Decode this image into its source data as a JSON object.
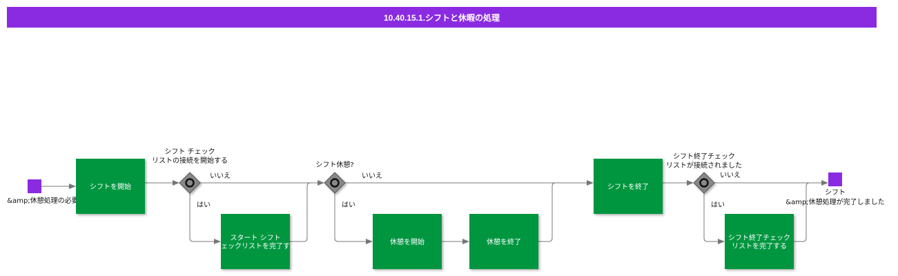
{
  "title": "10.40.15.1.シフトと休暇の処理",
  "colors": {
    "title_bg": "#8a2be2",
    "task": "#00963f",
    "event": "#8a2be2",
    "gateway": "#888888"
  },
  "start_event": {
    "label": "&amp;休憩処理の必要"
  },
  "end_event": {
    "label_lines": [
      "シフト",
      "&amp;休憩処理が完了しました"
    ]
  },
  "tasks": {
    "start_shift": [
      "シフトを開始"
    ],
    "complete_start_checklist": [
      "スタート シフト",
      "チェックリストを完了する"
    ],
    "start_break": [
      "休憩を開始"
    ],
    "end_break": [
      "休憩を終了"
    ],
    "end_shift": [
      "シフトを終了"
    ],
    "complete_end_checklist": [
      "シフト終了チェック",
      "リストを完了する"
    ]
  },
  "gateways": {
    "g1": [
      "シフト チェック",
      "リストの接続を開始する"
    ],
    "g2": [
      "シフト休憩?"
    ],
    "g3": [
      "シフト終了チェック",
      "リストが接続されました"
    ]
  },
  "edge_labels": {
    "no": "いいえ",
    "yes": "はい"
  }
}
